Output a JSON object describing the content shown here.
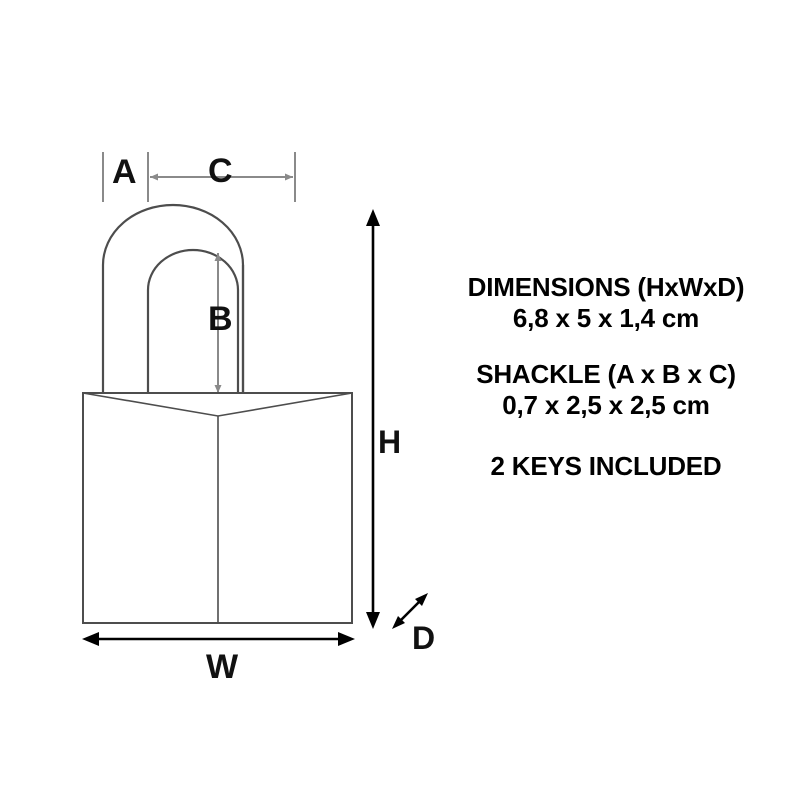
{
  "diagram": {
    "title": "Padlock dimension diagram",
    "labels": {
      "a": "A",
      "b": "B",
      "c": "C",
      "h": "H",
      "w": "W",
      "d": "D"
    },
    "colors": {
      "outline": "#4d4d4d",
      "dimension_line": "#808080",
      "arrow": "#000000",
      "text": "#000000",
      "background": "#ffffff"
    }
  },
  "specs": {
    "dimensions_heading": "DIMENSIONS (HxWxD)",
    "dimensions_value": "6,8 x 5 x 1,4 cm",
    "shackle_heading": "SHACKLE (A x B x C)",
    "shackle_value": "0,7 x 2,5 x 2,5 cm",
    "keys_note": "2 KEYS INCLUDED"
  }
}
